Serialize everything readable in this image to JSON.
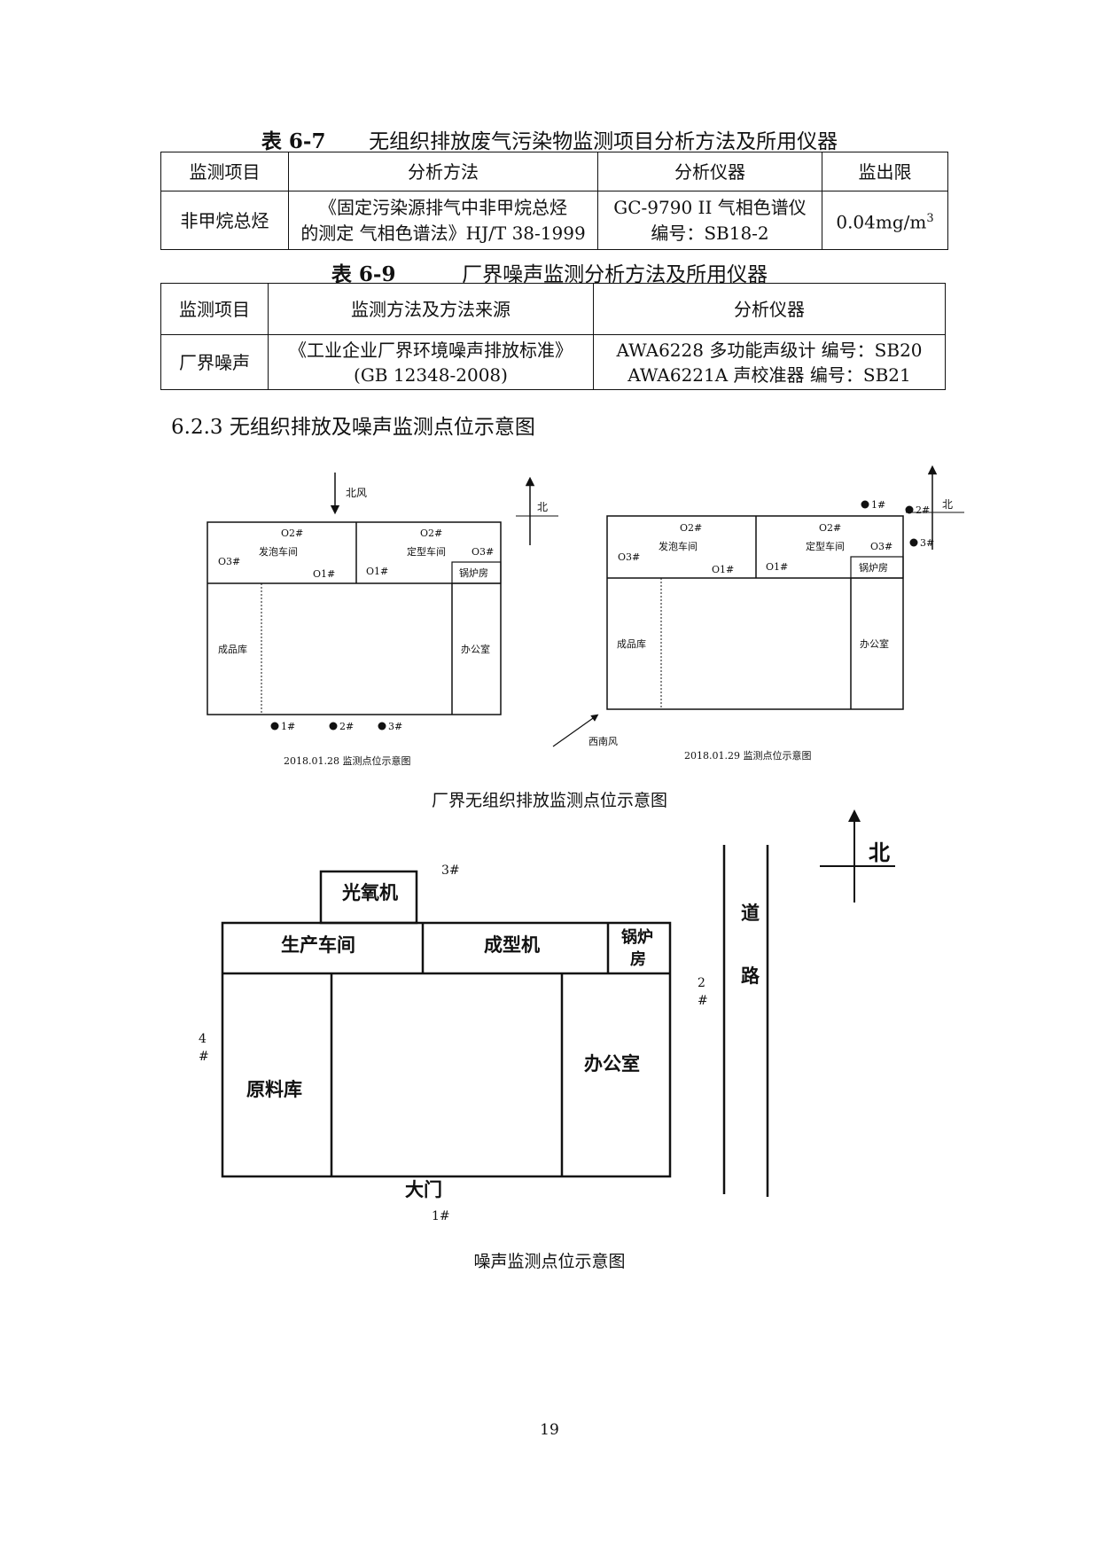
{
  "table67": {
    "caption_no": "表 6-7",
    "caption_text": "无组织排放废气污染物监测项目分析方法及所用仪器",
    "headers": [
      "监测项目",
      "分析方法",
      "分析仪器",
      "监出限"
    ],
    "row": {
      "item": "非甲烷总烃",
      "method_line1": "《固定污染源排气中非甲烷总烃",
      "method_line2": "的测定  气相色谱法》HJ/T 38-1999",
      "instrument_line1": "GC-9790 II 气相色谱仪",
      "instrument_line2": "编号：SB18-2",
      "limit": "0.04mg/m",
      "limit_sup": "3"
    }
  },
  "table69": {
    "caption_no": "表 6-9",
    "caption_text": "厂界噪声监测分析方法及所用仪器",
    "headers": [
      "监测项目",
      "监测方法及方法来源",
      "分析仪器"
    ],
    "row": {
      "item": "厂界噪声",
      "method_line1": "《工业企业厂界环境噪声排放标准》",
      "method_line2": "(GB 12348-2008)",
      "instrument_line1": "AWA6228 多功能声级计  编号：SB20",
      "instrument_line2": "AWA6221A 声校准器  编号：SB21"
    }
  },
  "section": {
    "title": "6.2.3 无组织排放及噪声监测点位示意图"
  },
  "diagram1": {
    "wind": "北风",
    "north": "北",
    "foam_workshop": "发泡车间",
    "shaping_workshop": "定型车间",
    "boiler_room": "锅炉房",
    "warehouse": "成品库",
    "office": "办公室",
    "o2a": "O2#",
    "o3a": "O3#",
    "o1a": "O1#",
    "o2b": "O2#",
    "o3b": "O3#",
    "o1b": "O1#",
    "p1": "1#",
    "p2": "2#",
    "p3": "3#",
    "caption": "2018.01.28  监测点位示意图"
  },
  "diagram2": {
    "wind": "西南风",
    "north": "北",
    "foam_workshop": "发泡车间",
    "shaping_workshop": "定型车间",
    "boiler_room": "锅炉房",
    "warehouse": "成品库",
    "office": "办公室",
    "o2a": "O2#",
    "o3a": "O3#",
    "o1a": "O1#",
    "o2b": "O2#",
    "o3b": "O3#",
    "o1b": "O1#",
    "p1": "1#",
    "p2": "2#",
    "p3": "3#",
    "caption": "2018.01.29  监测点位示意图"
  },
  "fig1_caption": "厂界无组织排放监测点位示意图",
  "diagram3": {
    "north": "北",
    "photo_oxygen": "光氧机",
    "production": "生产车间",
    "molding": "成型机",
    "boiler_line1": "锅炉",
    "boiler_line2": "房",
    "raw_store": "原料库",
    "office": "办公室",
    "gate": "大门",
    "road_line1": "道",
    "road_line2": "路",
    "pt1": "1#",
    "pt2_num": "2",
    "pt2_hash": "#",
    "pt3": "3#",
    "pt4_num": "4",
    "pt4_hash": "#"
  },
  "fig2_caption": "噪声监测点位示意图",
  "page_number": "19"
}
